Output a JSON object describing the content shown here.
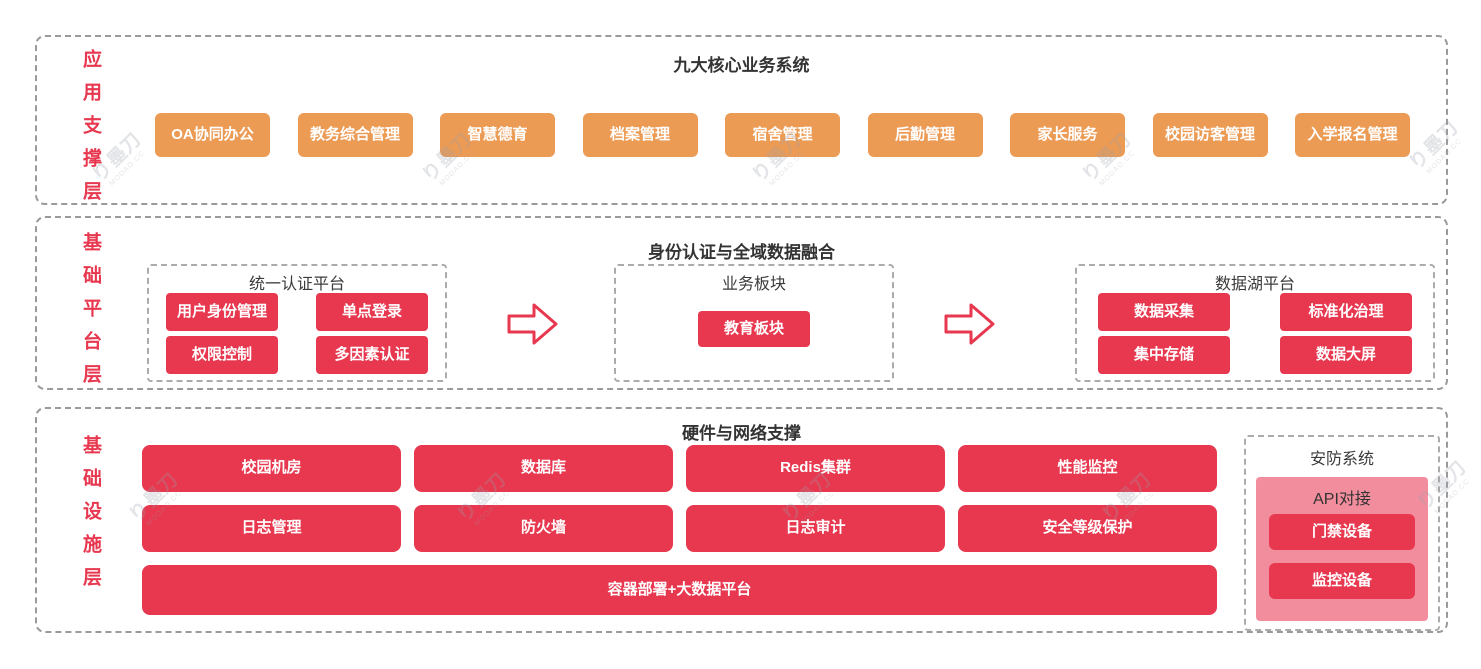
{
  "colors": {
    "accent_red": "#E7384F",
    "accent_orange": "#EC9B55",
    "pink_panel": "#F28D9D",
    "dashed_border_gray": "#9A9A9A",
    "title_dark": "#333333"
  },
  "icons": {
    "flow_arrow": "right-block-arrow-outline"
  },
  "watermark": {
    "logo_glyph": "り",
    "brand": "墨刀",
    "text": "MODAO.CC"
  },
  "layers": [
    {
      "label": "应用支撑层",
      "title": "九大核心业务系统",
      "buttons": [
        "OA协同办公",
        "教务综合管理",
        "智慧德育",
        "档案管理",
        "宿舍管理",
        "后勤管理",
        "家长服务",
        "校园访客管理",
        "入学报名管理"
      ]
    },
    {
      "label": "基础平台层",
      "title": "身份认证与全域数据融合",
      "groups": [
        {
          "title": "统一认证平台",
          "buttons": [
            "用户身份管理",
            "单点登录",
            "权限控制",
            "多因素认证"
          ]
        },
        {
          "title": "业务板块",
          "buttons": [
            "教育板块"
          ]
        },
        {
          "title": "数据湖平台",
          "buttons": [
            "数据采集",
            "标准化治理",
            "集中存储",
            "数据大屏"
          ]
        }
      ]
    },
    {
      "label": "基础设施层",
      "title": "硬件与网络支撑",
      "grid_buttons": [
        "校园机房",
        "数据库",
        "Redis集群",
        "性能监控",
        "日志管理",
        "防火墙",
        "日志审计",
        "安全等级保护"
      ],
      "wide_button": "容器部署+大数据平台",
      "security": {
        "title": "安防系统",
        "subtitle": "API对接",
        "buttons": [
          "门禁设备",
          "监控设备"
        ]
      }
    }
  ]
}
